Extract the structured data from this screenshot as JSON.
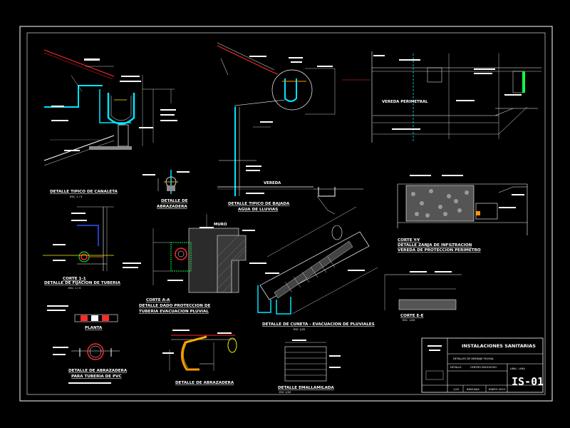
{
  "drawing": {
    "background": "#000000",
    "colors": {
      "line_white": "#ffffff",
      "pipe_cyan": "#00e5ff",
      "pipe_blue": "#2a52ff",
      "roof_red": "#ff2a2a",
      "dim_yellow": "#ffee00",
      "hatch_grey": "#8a8a8a",
      "accent_orange": "#ff9900",
      "accent_green": "#11ff44"
    },
    "details": {
      "canaleta": {
        "title": "DETALLE TIPICO DE CANALETA",
        "scale": "ESC. 1 / 5"
      },
      "bajada": {
        "title_1": "DETALLE TIPICO DE BAJADA",
        "title_2": "AGUA DE LLUVIAS",
        "vereda": "VEREDA"
      },
      "abrazadera_small": {
        "title_1": "DETALLE DE",
        "title_2": "ABRAZADERA"
      },
      "fijacion": {
        "title_1": "CORTE 1-1",
        "title_2": "DETALLE DE FIJACION DE TUBERIA",
        "scale": "ESC. 1 / 5"
      },
      "proteccion": {
        "title_1": "CORTE A-A",
        "title_2": "DETALLE DADO PROTECCION DE",
        "title_3": "TUBERIA EVACUACION PLUVIAL",
        "muro_label": "MURO"
      },
      "cuneta": {
        "title_1": "DETALLE DE CUNETA - EVACUACION DE PLUVIALES",
        "title_2": "ESC 1/20"
      },
      "planta": {
        "title": "PLANTA"
      },
      "abrazadera_pvc": {
        "title_1": "DETALLE DE ABRAZADERA",
        "title_2": "PARA TUBERIA DE PVC"
      },
      "abrazadera_big": {
        "title": "DETALLE DE ABRAZADERA"
      },
      "emballaminado": {
        "title": "DETALLE EMALLAMILADA",
        "scale": "ESC 1/20"
      },
      "zanja": {
        "title_1": "CORTE Y-Y",
        "title_2": "DETALLE ZANJA DE INFILTRACION",
        "title_3": "VEREDA DE PROTECCION PERIMETRO"
      },
      "corte_ee": {
        "title": "CORTE E-E",
        "scale": "ESC. 1/20"
      },
      "vereda_perimetral": {
        "label": "VEREDA PERIMETRAL"
      }
    },
    "title_block": {
      "title": "INSTALACIONES SANITARIAS",
      "subtitle": "DETALLES DE DRENAJE PLUVIAL",
      "detalle_label": "DETALLE",
      "detalle_value": "CENTRO EDUCATIVO",
      "location": "LIMA - LIMA",
      "sheet_code": "IS-01",
      "cell_a": "1/20",
      "cell_b": "INDICADA",
      "cell_c": "ENERO 2019"
    }
  }
}
